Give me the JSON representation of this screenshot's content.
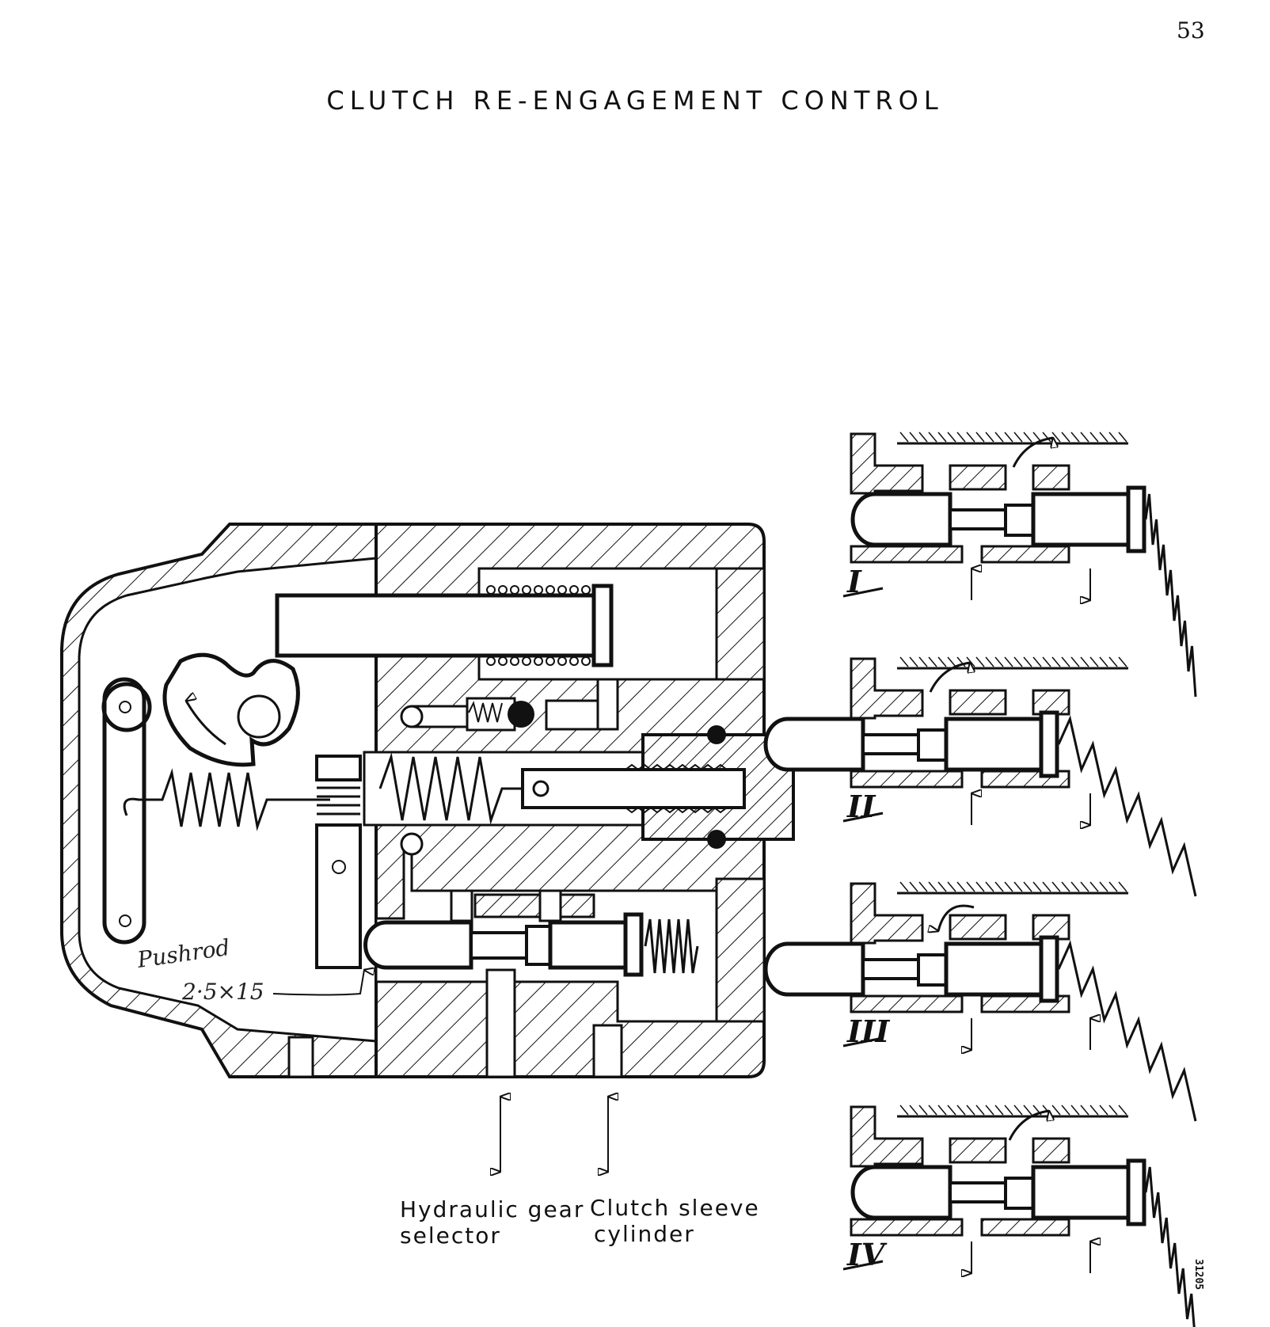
{
  "page_number": "53",
  "title": "CLUTCH RE-ENGAGEMENT CONTROL",
  "labels": {
    "pushrod_line1": "Pushrod",
    "pushrod_line2": "2·5×15",
    "hydraulic_line1": "Hydraulic gear",
    "hydraulic_line2": "selector",
    "clutch_line1": "Clutch sleeve",
    "clutch_line2": "cylinder",
    "ref_code": "31205"
  },
  "positions": [
    "I",
    "II",
    "III",
    "IV"
  ]
}
